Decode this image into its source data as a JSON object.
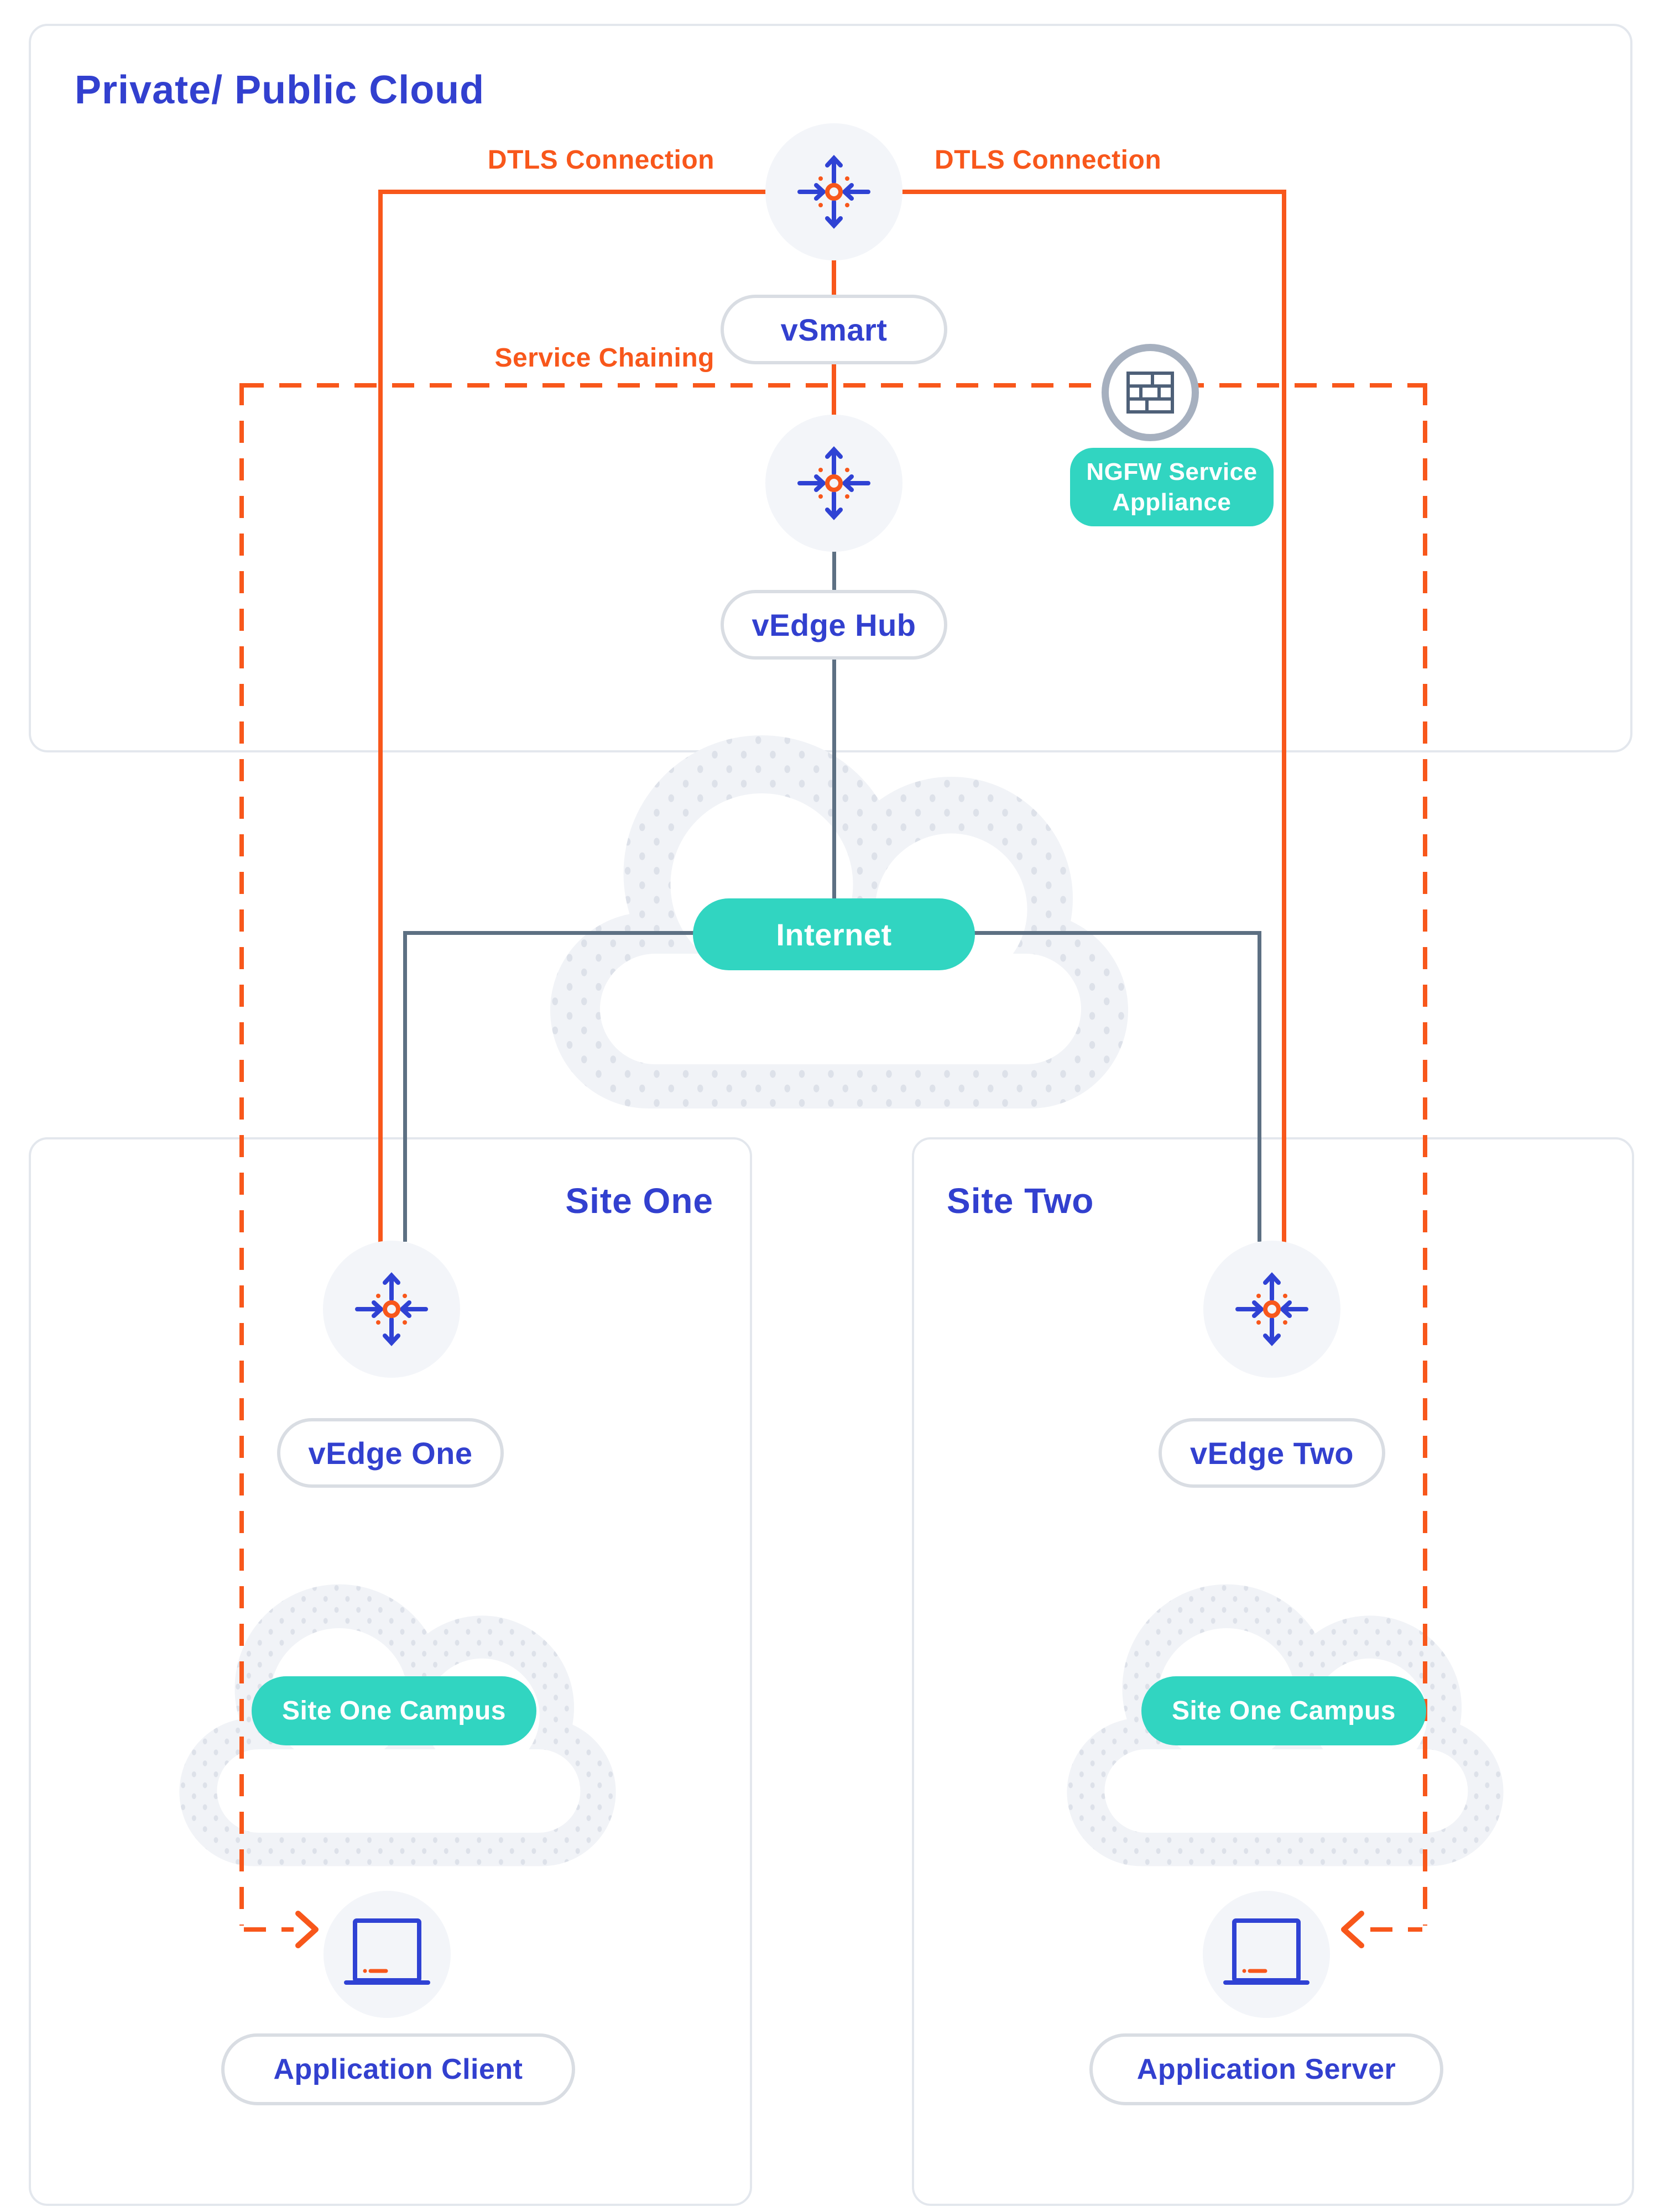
{
  "header": {
    "title": "Private/ Public Cloud"
  },
  "labels": {
    "dtls_left": "DTLS Connection",
    "dtls_right": "DTLS Connection",
    "service_chaining": "Service Chaining"
  },
  "sections": {
    "site_one": "Site One",
    "site_two": "Site Two"
  },
  "nodes": {
    "vsmart": "vSmart",
    "vedge_hub": "vEdge Hub",
    "ngfw_line1": "NGFW Service",
    "ngfw_line2": "Appliance",
    "internet": "Internet",
    "vedge_one": "vEdge One",
    "vedge_two": "vEdge Two",
    "campus_left": "Site One Campus",
    "campus_right": "Site One Campus",
    "app_client": "Application Client",
    "app_server": "Application Server"
  },
  "colors": {
    "blue_text": "#3240cf",
    "orange": "#f8571b",
    "teal": "#31d5c1",
    "slate_line": "#5d7083",
    "pill_border": "#d9dde3",
    "box_border": "#e3e7ed",
    "node_fill": "#f3f5f9",
    "firewall_ring": "#a6b0bf",
    "firewall_brick": "#4e6078",
    "cloud_band": "#f1f3f7",
    "cloud_dots": "#dde1e9"
  }
}
